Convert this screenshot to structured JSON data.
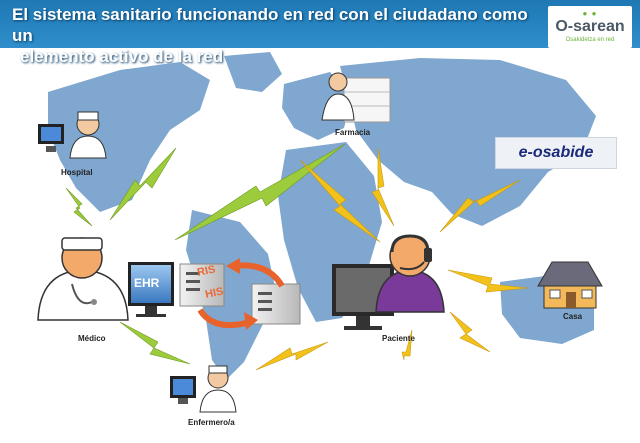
{
  "header": {
    "title_line1": "El sistema sanitario funcionando en red con el ciudadano como un",
    "title_line2": "elemento activo de la red"
  },
  "logo": {
    "name": "O-sarean",
    "tagline": "Osakidetza en red"
  },
  "nodes": {
    "hospital": "Hospital",
    "farmacia": "Farmacia",
    "medico": "Médico",
    "paciente": "Paciente",
    "casa": "Casa",
    "enfermero": "Enfermero/a"
  },
  "systems": {
    "ehr": "EHR",
    "ris": "RIS",
    "his": "HIS",
    "osabide": "e-osabide"
  },
  "colors": {
    "header": "#2a86c4",
    "map_land": "#7fa7cf",
    "lightning_green": "#9ccc3c",
    "lightning_yellow": "#f3c21a",
    "patient": "#7a3a9a",
    "arrow": "#e8632c"
  }
}
